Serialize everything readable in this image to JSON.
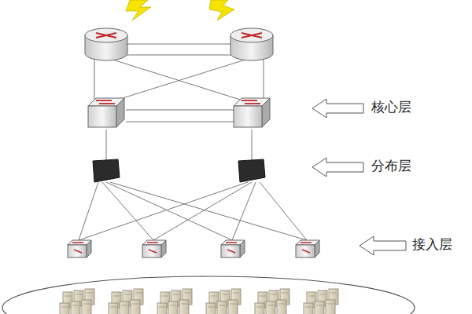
{
  "diagram": {
    "labels": [
      "核心层",
      "分布层",
      "接入层"
    ]
  }
}
